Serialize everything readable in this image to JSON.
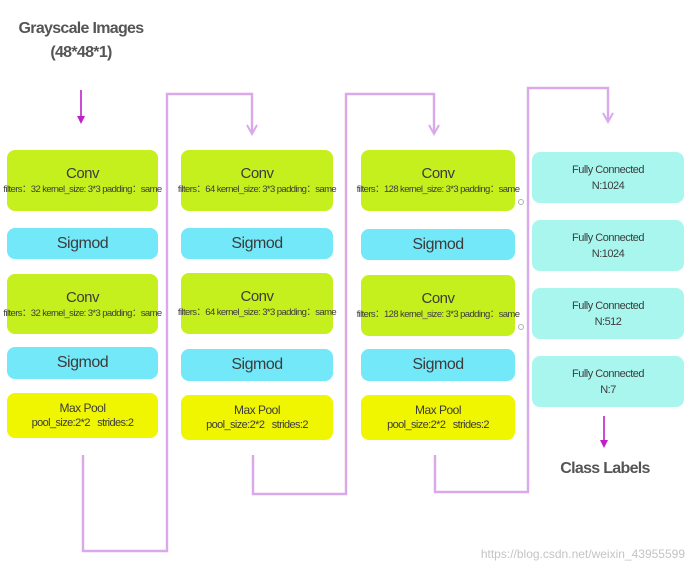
{
  "input": {
    "line1": "Grayscale Images",
    "line2": "(48*48*1)"
  },
  "blocks": [
    {
      "conv1": {
        "title": "Conv",
        "params": "filters：32 kernel_size: 3*3 padding：same"
      },
      "sigmod1": "Sigmod",
      "conv2": {
        "title": "Conv",
        "params": "filters：32 kernel_size: 3*3 padding：same"
      },
      "sigmod2": "Sigmod",
      "pool": {
        "title": "Max  Pool",
        "params": "pool_size:2*2   strides:2"
      }
    },
    {
      "conv1": {
        "title": "Conv",
        "params": "filters：64 kernel_size: 3*3 padding：same"
      },
      "sigmod1": "Sigmod",
      "conv2": {
        "title": "Conv",
        "params": "filters：64 kernel_size: 3*3 padding：same"
      },
      "sigmod2": "Sigmod",
      "pool": {
        "title": "Max  Pool",
        "params": "pool_size:2*2   strides:2"
      }
    },
    {
      "conv1": {
        "title": "Conv",
        "params": "filters：128 kernel_size: 3*3 padding：same"
      },
      "sigmod1": "Sigmod",
      "conv2": {
        "title": "Conv",
        "params": "filters：128 kernel_size: 3*3 padding：same"
      },
      "sigmod2": "Sigmod",
      "pool": {
        "title": "Max  Pool",
        "params": "pool_size:2*2   strides:2"
      }
    }
  ],
  "fully_connected": [
    {
      "title": "Fully Connected",
      "units": "N:1024"
    },
    {
      "title": "Fully Connected",
      "units": "N:1024"
    },
    {
      "title": "Fully Connected",
      "units": "N:512"
    },
    {
      "title": "Fully Connected",
      "units": "N:7"
    }
  ],
  "output": {
    "label": "Class Labels"
  },
  "watermark": "https://blog.csdn.net/weixin_43955599",
  "colors": {
    "conv": "#c6ef1e",
    "sigmod": "#72e8f8",
    "pool": "#f0f500",
    "fully_connected": "#a8f6ee",
    "connector": "#d9a9ea",
    "arrow_magenta": "#c020c8"
  }
}
